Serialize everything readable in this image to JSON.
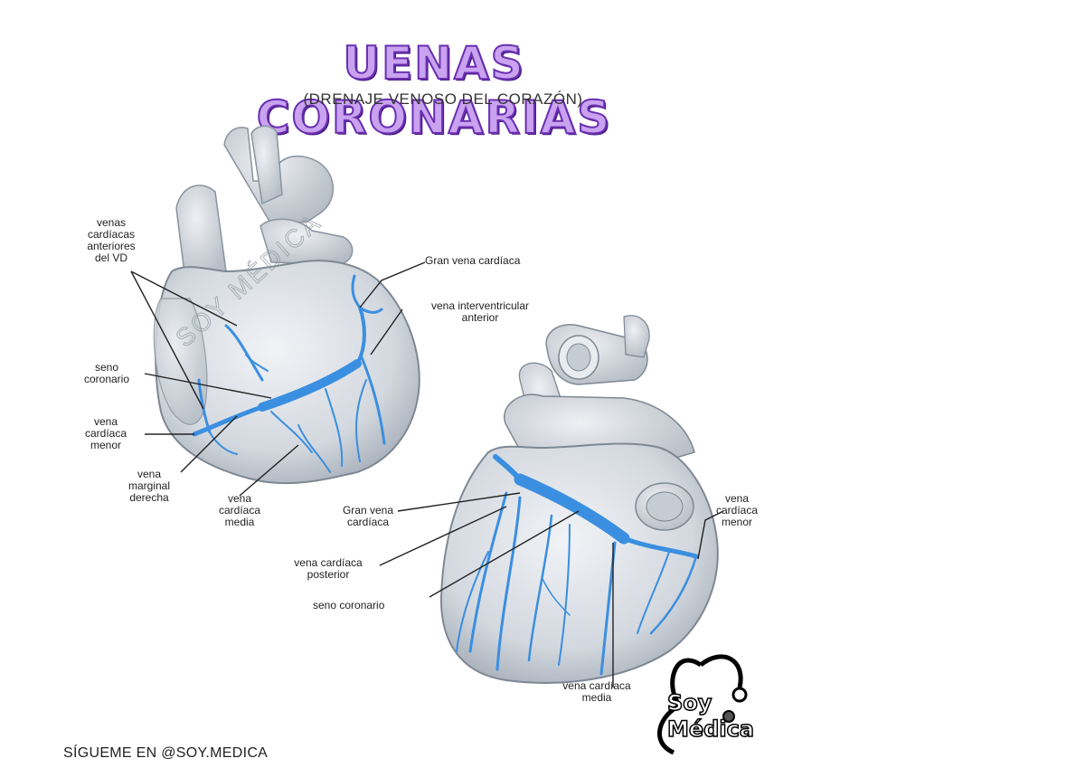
{
  "title": "UENAS CORONARIAS",
  "subtitle": "(DRENAJE VENOSO DEL CORAZÓN)",
  "watermark": "SOY MÉDICA",
  "footer": "SÍGUEME EN @SOY.MEDICA",
  "logo": {
    "line1": "Soy",
    "line2": "Médica"
  },
  "colors": {
    "title_fill": "#c9a2f0",
    "title_stroke": "#6a2fb0",
    "heart": "#d9dde4",
    "heart_shadow": "#9aa3ae",
    "vein": "#3b8fe0"
  },
  "labels": {
    "anterior_vd": "venas\ncardíacas\nanteriores\ndel VD",
    "gran_vena_1": "Gran vena cardíaca",
    "interventricular": "vena interventricular\nanterior",
    "seno_1": "seno\ncoronario",
    "menor_1": "vena\ncardíaca\nmenor",
    "marginal": "vena\nmarginal\nderecha",
    "media_1": "vena\ncardíaca\nmedia",
    "gran_vena_2": "Gran vena\ncardíaca",
    "posterior": "vena cardíaca\nposterior",
    "seno_2": "seno coronario",
    "menor_2": "vena\ncardíaca\nmenor",
    "media_2": "vena cardíaca\nmedia"
  }
}
